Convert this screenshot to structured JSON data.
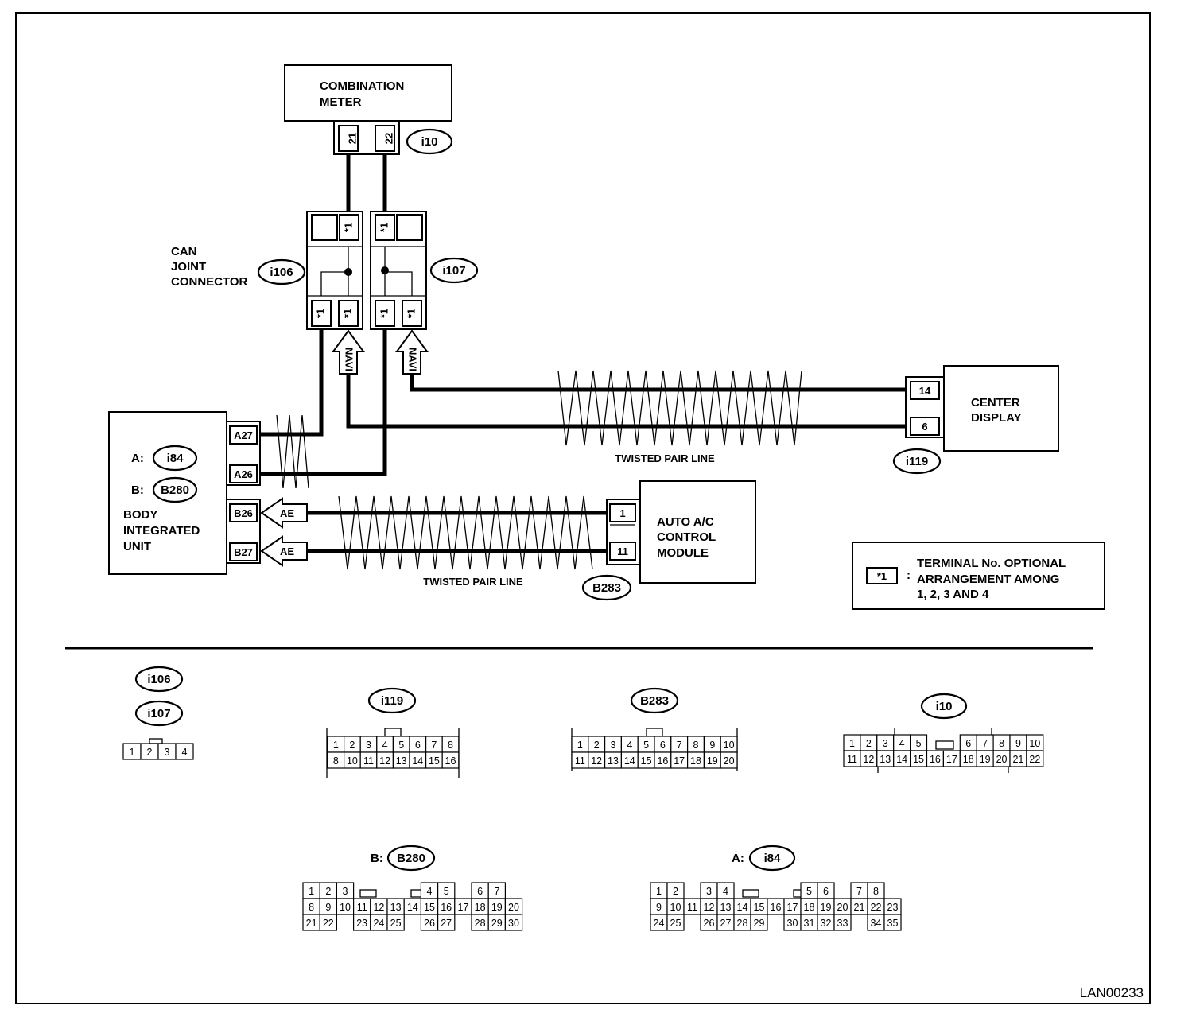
{
  "diagram_id": "LAN00233",
  "components": {
    "combination_meter": {
      "line1": "COMBINATION",
      "line2": "METER",
      "connector": "i10",
      "pins": [
        "21",
        "22"
      ]
    },
    "can_joint": {
      "line1": "CAN",
      "line2": "JOINT",
      "line3": "CONNECTOR",
      "connector_left": "i106",
      "connector_right": "i107",
      "pin": "*1"
    },
    "navi_label": "NAVI",
    "center_display": {
      "line1": "CENTER",
      "line2": "DISPLAY",
      "connector": "i119",
      "pins": [
        "14",
        "6"
      ]
    },
    "body_integrated_unit": {
      "a_label": "A:",
      "a_conn": "i84",
      "b_label": "B:",
      "b_conn": "B280",
      "line1": "BODY",
      "line2": "INTEGRATED",
      "line3": "UNIT",
      "pins": [
        "A27",
        "A26",
        "B26",
        "B27"
      ]
    },
    "ae_label": "AE",
    "auto_ac": {
      "line1": "AUTO A/C",
      "line2": "CONTROL",
      "line3": "MODULE",
      "connector": "B283",
      "pins": [
        "1",
        "11"
      ]
    },
    "twisted_pair": "TWISTED PAIR LINE"
  },
  "legend": {
    "symbol": "*1",
    "colon": ":",
    "line1": "TERMINAL No. OPTIONAL",
    "line2": "ARRANGEMENT AMONG",
    "line3": "1, 2, 3 AND 4"
  },
  "connector_faces": {
    "i106_i107": {
      "ids": [
        "i106",
        "i107"
      ],
      "terminals": [
        "1",
        "2",
        "3",
        "4"
      ]
    },
    "i119": {
      "id": "i119",
      "rows": [
        [
          "1",
          "2",
          "3",
          "4",
          "5",
          "6",
          "7",
          "8"
        ],
        [
          "8",
          "10",
          "11",
          "12",
          "13",
          "14",
          "15",
          "16"
        ]
      ]
    },
    "B283": {
      "id": "B283",
      "rows": [
        [
          "1",
          "2",
          "3",
          "4",
          "5",
          "6",
          "7",
          "8",
          "9",
          "10"
        ],
        [
          "11",
          "12",
          "13",
          "14",
          "15",
          "16",
          "17",
          "18",
          "19",
          "20"
        ]
      ]
    },
    "i10": {
      "id": "i10",
      "rows": [
        [
          "1",
          "2",
          "3",
          "4",
          "5",
          "",
          "",
          "6",
          "7",
          "8",
          "9",
          "10"
        ],
        [
          "11",
          "12",
          "13",
          "14",
          "15",
          "16",
          "17",
          "18",
          "19",
          "20",
          "21",
          "22"
        ]
      ]
    },
    "B280": {
      "prefix": "B:",
      "id": "B280",
      "rows": [
        [
          "1",
          "2",
          "3",
          "",
          "",
          "",
          "",
          "4",
          "5",
          "",
          "6",
          "7"
        ],
        [
          "8",
          "9",
          "10",
          "11",
          "12",
          "13",
          "14",
          "15",
          "16",
          "17",
          "18",
          "19",
          "20"
        ],
        [
          "21",
          "22",
          "",
          "23",
          "24",
          "25",
          "",
          "26",
          "27",
          "",
          "28",
          "29",
          "30"
        ]
      ]
    },
    "i84": {
      "prefix": "A:",
      "id": "i84",
      "rows": [
        [
          "1",
          "2",
          "",
          "3",
          "4",
          "",
          "",
          "",
          "",
          "5",
          "6",
          "",
          "7",
          "8"
        ],
        [
          "9",
          "10",
          "11",
          "12",
          "13",
          "14",
          "15",
          "16",
          "17",
          "18",
          "19",
          "20",
          "21",
          "22",
          "23"
        ],
        [
          "24",
          "25",
          "",
          "26",
          "27",
          "28",
          "29",
          "",
          "30",
          "31",
          "32",
          "33",
          "",
          "34",
          "35"
        ]
      ]
    }
  }
}
